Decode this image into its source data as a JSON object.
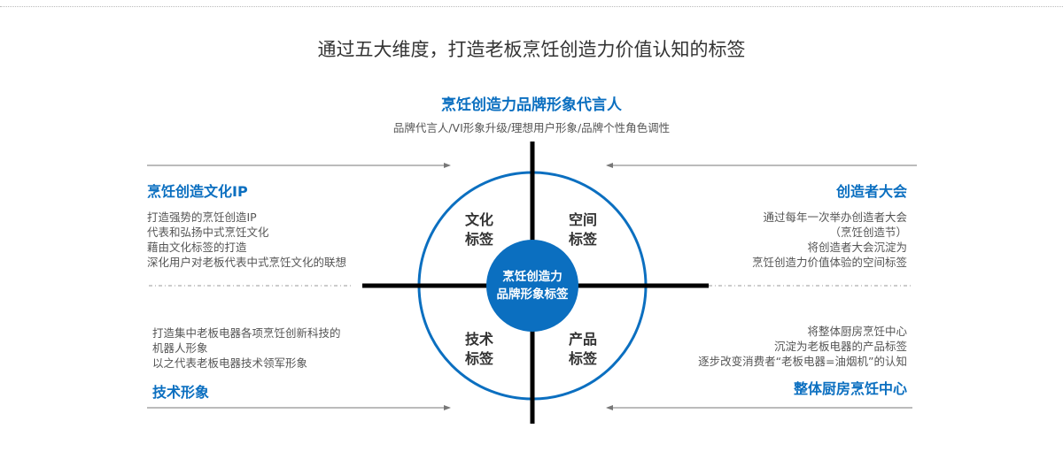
{
  "title": "通过五大维度，打造老板烹饪创造力价值认知的标签",
  "top": {
    "heading": "烹饪创造力品牌形象代言人",
    "body": "品牌代言人/VI形象升级/理想用户形象/品牌个性角色调性"
  },
  "left_top": {
    "heading": "烹饪创造文化IP",
    "lines": [
      "打造强势的烹饪创造IP",
      "代表和弘扬中式烹饪文化",
      "藉由文化标签的打造",
      "深化用户对老板代表中式烹饪文化的联想"
    ]
  },
  "right_top": {
    "heading": "创造者大会",
    "lines": [
      "通过每年一次举办创造者大会",
      "（烹饪创造节）",
      "将创造者大会沉淀为",
      "烹饪创造力价值体验的空间标签"
    ]
  },
  "left_bottom": {
    "heading": "技术形象",
    "lines": [
      "打造集中老板电器各项烹饪创新科技的",
      "机器人形象",
      "以之代表老板电器技术领军形象"
    ]
  },
  "right_bottom": {
    "heading": "整体厨房烹饪中心",
    "lines": [
      "将整体厨房烹饪中心",
      "沉淀为老板电器的产品标签",
      "逐步改变消费者“老板电器=油烟机”的认知"
    ]
  },
  "quadrants": {
    "tl": [
      "文化",
      "标签"
    ],
    "tr": [
      "空间",
      "标签"
    ],
    "bl": [
      "技术",
      "标签"
    ],
    "br": [
      "产品",
      "标签"
    ]
  },
  "center": [
    "烹饪创造力",
    "品牌形象标签"
  ],
  "colors": {
    "accent": "#0b6fc0"
  }
}
